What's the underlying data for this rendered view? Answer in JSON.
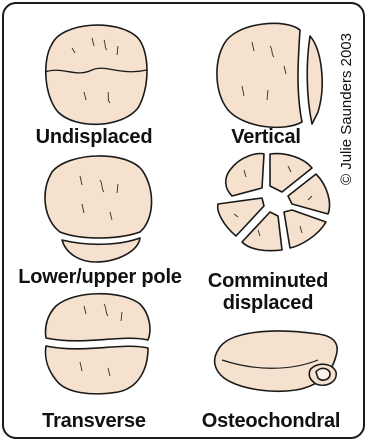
{
  "credit": "© Julie Saunders 2003",
  "colors": {
    "bone": "#f5e1cd",
    "outline": "#1a1a1a",
    "detail": "#3a2a20"
  },
  "panels": [
    {
      "id": "undisplaced",
      "label": "Undisplaced"
    },
    {
      "id": "vertical",
      "label": "Vertical"
    },
    {
      "id": "lower-upper-pole",
      "label": "Lower/upper pole"
    },
    {
      "id": "comminuted-displaced",
      "label_lines": [
        "Comminuted",
        "displaced"
      ]
    },
    {
      "id": "transverse",
      "label": "Transverse"
    },
    {
      "id": "osteochondral",
      "label": "Osteochondral"
    }
  ]
}
